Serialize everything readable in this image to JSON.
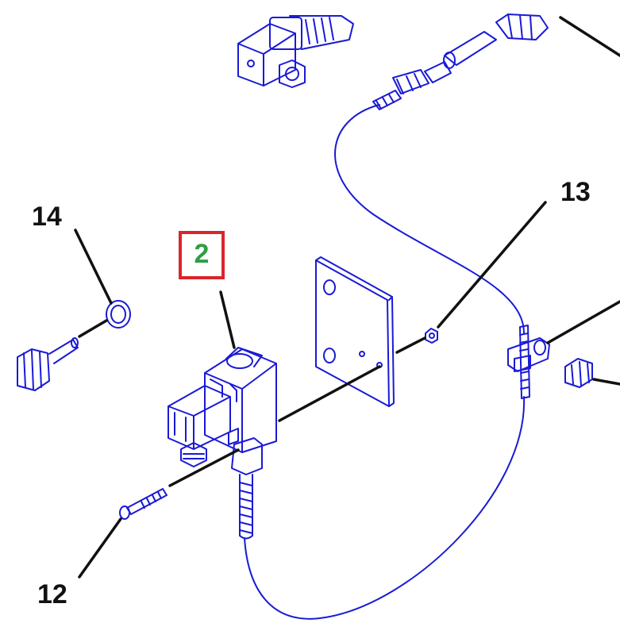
{
  "diagram": {
    "callouts": [
      {
        "id": "14",
        "label": "14"
      },
      {
        "id": "13",
        "label": "13"
      },
      {
        "id": "12",
        "label": "12"
      }
    ],
    "highlighted_callout": {
      "label": "2",
      "text_color": "#2e9e44",
      "box_color": "#d9262b"
    },
    "colors": {
      "part_line": "#1a1ad6",
      "leader_line": "#111111",
      "background": "#ffffff"
    }
  }
}
